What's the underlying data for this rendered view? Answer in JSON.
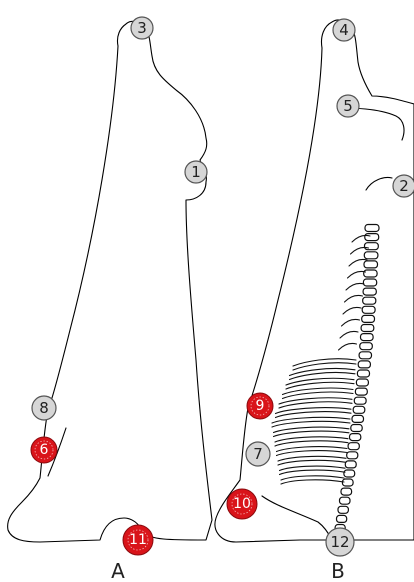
{
  "panels": {
    "a": {
      "label": "A"
    },
    "b": {
      "label": "B"
    }
  },
  "markers": {
    "m1": {
      "label": "1",
      "style": "grey"
    },
    "m2": {
      "label": "2",
      "style": "grey"
    },
    "m3": {
      "label": "3",
      "style": "grey"
    },
    "m4": {
      "label": "4",
      "style": "grey"
    },
    "m5": {
      "label": "5",
      "style": "grey"
    },
    "m6": {
      "label": "6",
      "style": "red"
    },
    "m7": {
      "label": "7",
      "style": "grey"
    },
    "m8": {
      "label": "8",
      "style": "grey"
    },
    "m9": {
      "label": "9",
      "style": "red"
    },
    "m10": {
      "label": "10",
      "style": "red"
    },
    "m11": {
      "label": "11",
      "style": "red"
    },
    "m12": {
      "label": "12",
      "style": "grey"
    }
  },
  "colors": {
    "marker_grey": "#d6d6d6",
    "marker_red": "#d9141a",
    "outline": "#000000"
  }
}
